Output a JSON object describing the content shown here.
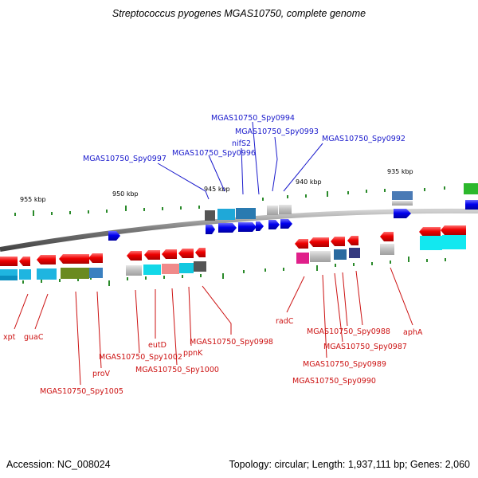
{
  "header": {
    "title": "Streptococcus pyogenes MGAS10750, complete genome"
  },
  "footer": {
    "accession": "Accession: NC_008024",
    "summary": "Topology: circular; Length: 1,937,111 bp; Genes: 2,060"
  },
  "colors": {
    "forward_label": "#1a1acc",
    "reverse_label": "#cc1111",
    "forward_gene": "#0000ee",
    "reverse_gene": "#ee0000",
    "backbone": "#777777",
    "tick": "#228822"
  },
  "scale_labels": [
    "955 kbp",
    "950 kbp",
    "945 kbp",
    "940 kbp",
    "935 kbp"
  ],
  "forward_labels": [
    "MGAS10750_Spy0997",
    "MGAS10750_Spy0996",
    "MGAS10750_Spy0994",
    "nifS2",
    "MGAS10750_Spy0993",
    "MGAS10750_Spy0992"
  ],
  "reverse_labels": [
    "xpt",
    "guaC",
    "proV",
    "MGAS10750_Spy1005",
    "MGAS10750_Spy1002",
    "eutD",
    "MGAS10750_Spy1000",
    "ppnK",
    "MGAS10750_Spy0998",
    "radC",
    "MGAS10750_Spy0988",
    "MGAS10750_Spy0987",
    "MGAS10750_Spy0989",
    "MGAS10750_Spy0990",
    "aphA"
  ]
}
